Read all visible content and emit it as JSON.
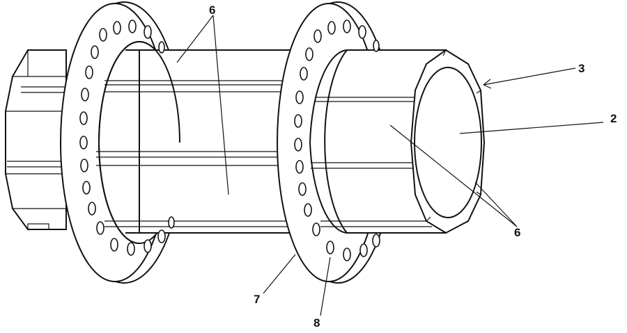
{
  "labels": {
    "six_top": "6",
    "three": "3",
    "two": "2",
    "six_right": "6",
    "seven": "7",
    "eight": "8"
  }
}
